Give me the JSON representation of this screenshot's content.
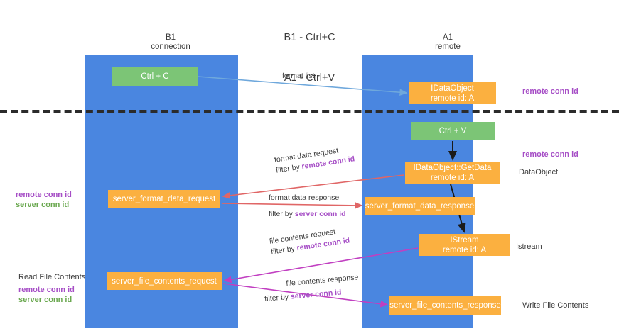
{
  "title": {
    "line1": "B1 - Ctrl+C",
    "line2": "A1 - Ctrl+V"
  },
  "columns": {
    "left": {
      "name": "B1",
      "role": "connection"
    },
    "right": {
      "name": "A1",
      "role": "remote"
    }
  },
  "nodes": {
    "ctrl_c": {
      "label": "Ctrl + C",
      "color": "#7cc576"
    },
    "idataobject": {
      "line1": "IDataObject",
      "line2": "remote id: A",
      "color": "#fbb040"
    },
    "ctrl_v": {
      "label": "Ctrl + V",
      "color": "#7cc576"
    },
    "getdata": {
      "line1": "IDataObject::GetData",
      "line2": "remote id: A",
      "color": "#fbb040"
    },
    "server_format_data_request": {
      "label": "server_format_data_request",
      "color": "#fbb040"
    },
    "server_format_data_response": {
      "label": "server_format_data_response",
      "color": "#fbb040"
    },
    "istream": {
      "line1": "IStream",
      "line2": "remote id: A",
      "color": "#fbb040"
    },
    "server_file_contents_request": {
      "label": "server_file_contents_request",
      "color": "#fbb040"
    },
    "server_file_contents_response": {
      "label": "server_file_contents_response",
      "color": "#fbb040"
    }
  },
  "edge_notes": {
    "format_list": "format list",
    "format_data_request": "format data request",
    "format_data_request_filter_prefix": "filter by ",
    "format_data_request_filter_key": "remote conn id",
    "format_data_response": "format data response",
    "format_data_response_filter_prefix": "filter by ",
    "format_data_response_filter_key": "server conn id",
    "file_contents_request": "file contents request",
    "file_contents_request_filter_prefix": "filter by ",
    "file_contents_request_filter_key": "remote conn id",
    "file_contents_response": "file contents response",
    "file_contents_response_filter_prefix": "filter by ",
    "file_contents_response_filter_key": "server conn id"
  },
  "side_labels": {
    "remote_conn_id_top": "remote conn id",
    "remote_conn_id_mid": "remote conn id",
    "dataobject": "DataObject",
    "istream": "Istream",
    "write_file_contents": "Write File Contents",
    "read_file_contents": "Read File Contents",
    "left_remote_conn_id": "remote conn id",
    "left_server_conn_id": "server conn id",
    "left_remote_conn_id_2": "remote conn id",
    "left_server_conn_id_2": "server conn id"
  },
  "colors": {
    "lane": "#4a86e0",
    "green_node": "#7cc576",
    "orange_node": "#fbb040",
    "purple_key": "#a64ec6",
    "green_key": "#6aa84f",
    "arrow_blue": "#6fa8dc",
    "arrow_red": "#e06666",
    "arrow_magenta": "#c13fc1",
    "arrow_black": "#1a1a1a",
    "divider": "#2b2b2b",
    "text": "#3c3c3c",
    "background": "#ffffff"
  }
}
